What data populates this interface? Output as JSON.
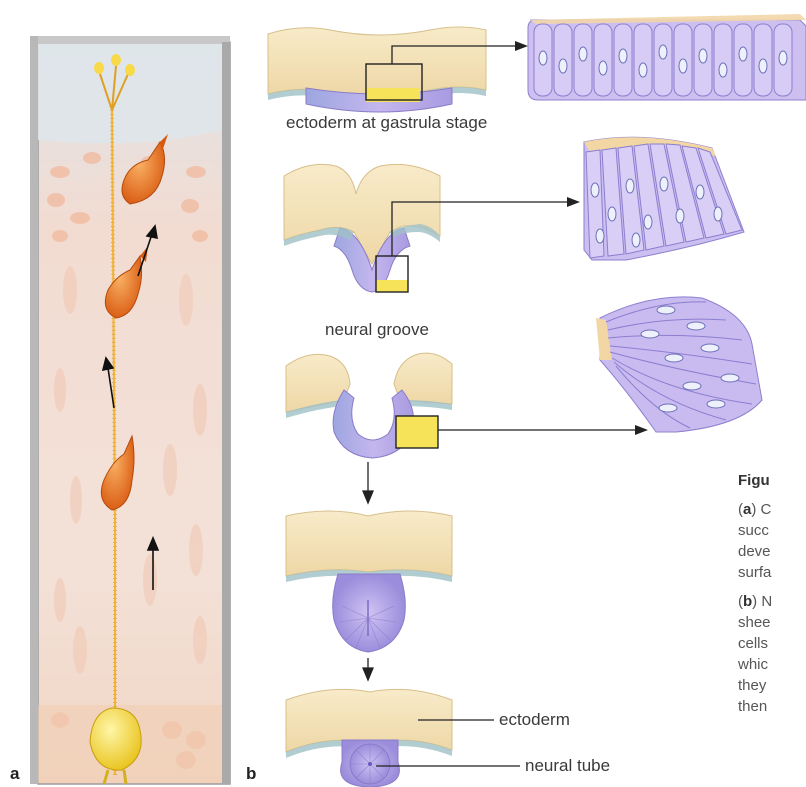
{
  "panels": {
    "a": "a",
    "b": "b"
  },
  "labels": {
    "gastrula": "ectoderm at gastrula stage",
    "groove": "neural groove",
    "ectoderm": "ectoderm",
    "tube": "neural tube"
  },
  "caption": {
    "figure": "Figu",
    "para_a_letter": "a",
    "para_a_lines": [
      "C",
      "succ",
      "deve",
      "surfa"
    ],
    "para_b_letter": "b",
    "para_b_lines": [
      "N",
      "shee",
      "cells",
      "whic",
      "they",
      "then"
    ]
  },
  "colors": {
    "ectoderm_cream": "#f4e2b8",
    "cell_violet": "#b9a9e6",
    "neuron_orange": "#e8731d",
    "highlight_yellow": "#f7e35a"
  }
}
